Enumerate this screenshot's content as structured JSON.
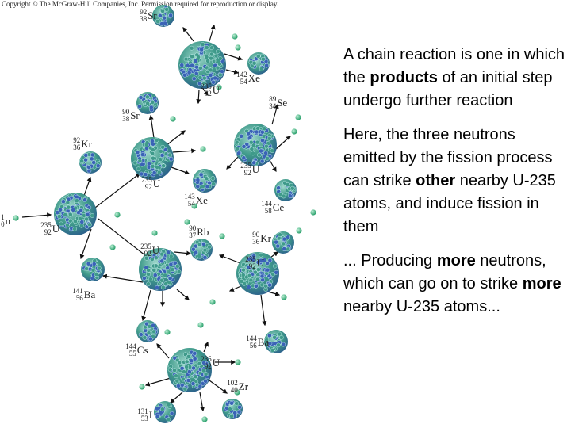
{
  "copyright": "Copyright © The McGraw-Hill Companies, Inc. Permission required for reproduction or display.",
  "colors": {
    "nucleus_a": "#3f9a8a",
    "nucleus_b": "#3a63b6",
    "neutron": "#2fb27a",
    "arrow": "#111111"
  },
  "nuclide_labels": [
    {
      "id": "sr-top",
      "sup": "92",
      "sub": "38",
      "sym": "Sr"
    },
    {
      "id": "u-1",
      "sup": "235",
      "sub": "92",
      "sym": "U"
    },
    {
      "id": "xe-1",
      "sup": "142",
      "sub": "54",
      "sym": "Xe"
    },
    {
      "id": "sr-2",
      "sup": "90",
      "sub": "38",
      "sym": "Sr"
    },
    {
      "id": "se",
      "sup": "89",
      "sub": "34",
      "sym": "Se"
    },
    {
      "id": "kr-1",
      "sup": "92",
      "sub": "36",
      "sym": "Kr"
    },
    {
      "id": "neutron",
      "sup": "1",
      "sub": "0",
      "sym": "n"
    },
    {
      "id": "u-0",
      "sup": "235",
      "sub": "92",
      "sym": "U"
    },
    {
      "id": "u-2",
      "sup": "235",
      "sub": "92",
      "sym": "U"
    },
    {
      "id": "u-3",
      "sup": "235",
      "sub": "92",
      "sym": "U"
    },
    {
      "id": "xe-2",
      "sup": "143",
      "sub": "54",
      "sym": "Xe"
    },
    {
      "id": "ce",
      "sup": "144",
      "sub": "58",
      "sym": "Ce"
    },
    {
      "id": "rb",
      "sup": "90",
      "sub": "37",
      "sym": "Rb"
    },
    {
      "id": "kr-2",
      "sup": "90",
      "sub": "36",
      "sym": "Kr"
    },
    {
      "id": "u-4",
      "sup": "235",
      "sub": "92",
      "sym": "U"
    },
    {
      "id": "u-5",
      "sup": "235",
      "sub": "92",
      "sym": "U"
    },
    {
      "id": "ba-1",
      "sup": "141",
      "sub": "56",
      "sym": "Ba"
    },
    {
      "id": "cs",
      "sup": "144",
      "sub": "55",
      "sym": "Cs"
    },
    {
      "id": "u-6",
      "sup": "235",
      "sub": "92",
      "sym": "U"
    },
    {
      "id": "ba-2",
      "sup": "144",
      "sub": "56",
      "sym": "Ba"
    },
    {
      "id": "zr",
      "sup": "102",
      "sub": "40",
      "sym": "Zr"
    },
    {
      "id": "i",
      "sup": "131",
      "sub": "53",
      "sym": "I"
    }
  ],
  "text": {
    "p1": {
      "a": "A chain reaction is one in which the ",
      "b": "products",
      "c": " of an initial step undergo further reaction"
    },
    "p2": {
      "a": "Here, the three neutrons emitted by the fission process can strike ",
      "b": "other",
      "c": " nearby U-235 atoms, and induce fission in them"
    },
    "p3": {
      "a": "... Producing ",
      "b": "more",
      "c": " neutrons, which can go on to strike ",
      "d": "more",
      "e": " nearby U-235 atoms..."
    }
  }
}
